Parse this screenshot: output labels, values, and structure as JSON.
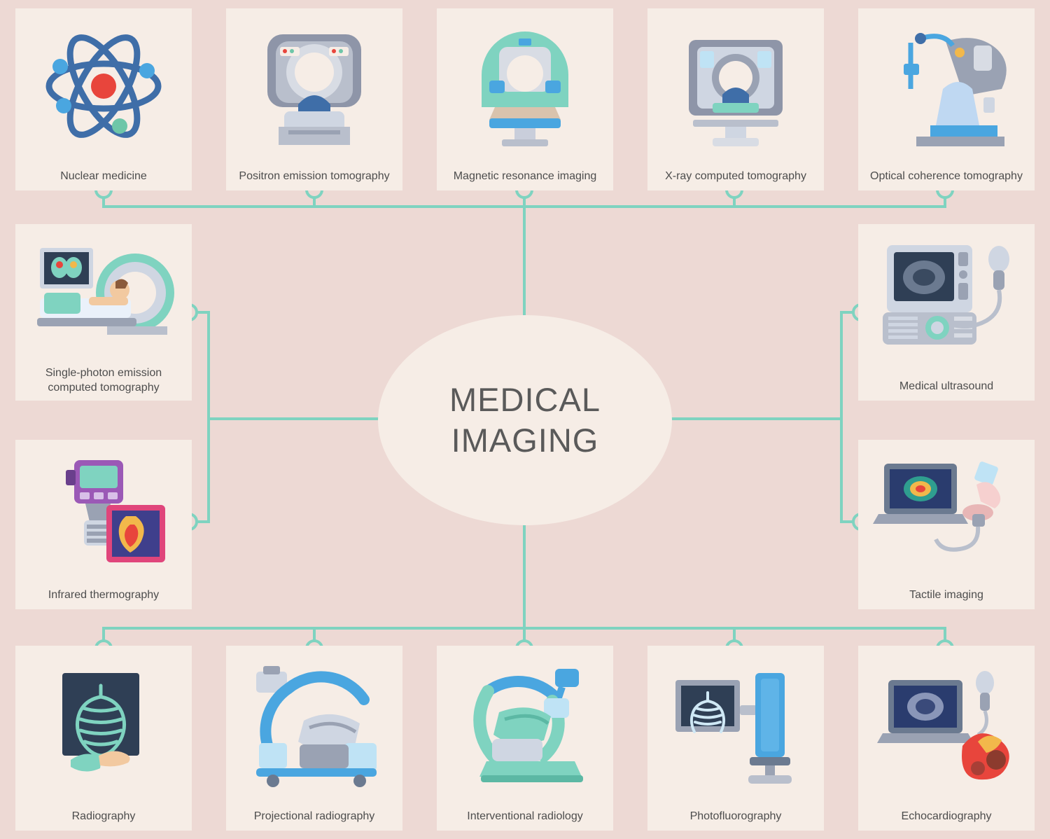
{
  "diagram": {
    "title_line1": "MEDICAL",
    "title_line2": "IMAGING",
    "accent_color": "#7fd3c0",
    "card_bg": "#f6ede6",
    "page_bg": "#edd9d4",
    "text_color": "#4d4d4d",
    "top_row": [
      {
        "label": "Nuclear medicine",
        "icon": "atom-icon"
      },
      {
        "label": "Positron emission tomography",
        "icon": "pet-scanner-icon"
      },
      {
        "label": "Magnetic resonance imaging",
        "icon": "mri-scanner-icon"
      },
      {
        "label": "X-ray computed tomography",
        "icon": "ct-scanner-icon"
      },
      {
        "label": "Optical coherence tomography",
        "icon": "oct-device-icon"
      }
    ],
    "left_column": [
      {
        "label": "Single-photon emission computed tomography",
        "label_line1": "Single-photon emission",
        "label_line2": "computed tomography",
        "icon": "spect-scanner-icon"
      },
      {
        "label": "Infrared thermography",
        "icon": "thermal-camera-icon"
      }
    ],
    "right_column": [
      {
        "label": "Medical ultrasound",
        "icon": "ultrasound-machine-icon"
      },
      {
        "label": "Tactile imaging",
        "icon": "tactile-imaging-icon"
      }
    ],
    "bottom_row": [
      {
        "label": "Radiography",
        "icon": "chest-xray-film-icon"
      },
      {
        "label": "Projectional radiography",
        "icon": "c-arm-blue-icon"
      },
      {
        "label": "Interventional radiology",
        "icon": "c-arm-green-icon"
      },
      {
        "label": "Photofluorography",
        "icon": "fluorography-stand-icon"
      },
      {
        "label": "Echocardiography",
        "icon": "echocardiograph-icon"
      }
    ]
  }
}
